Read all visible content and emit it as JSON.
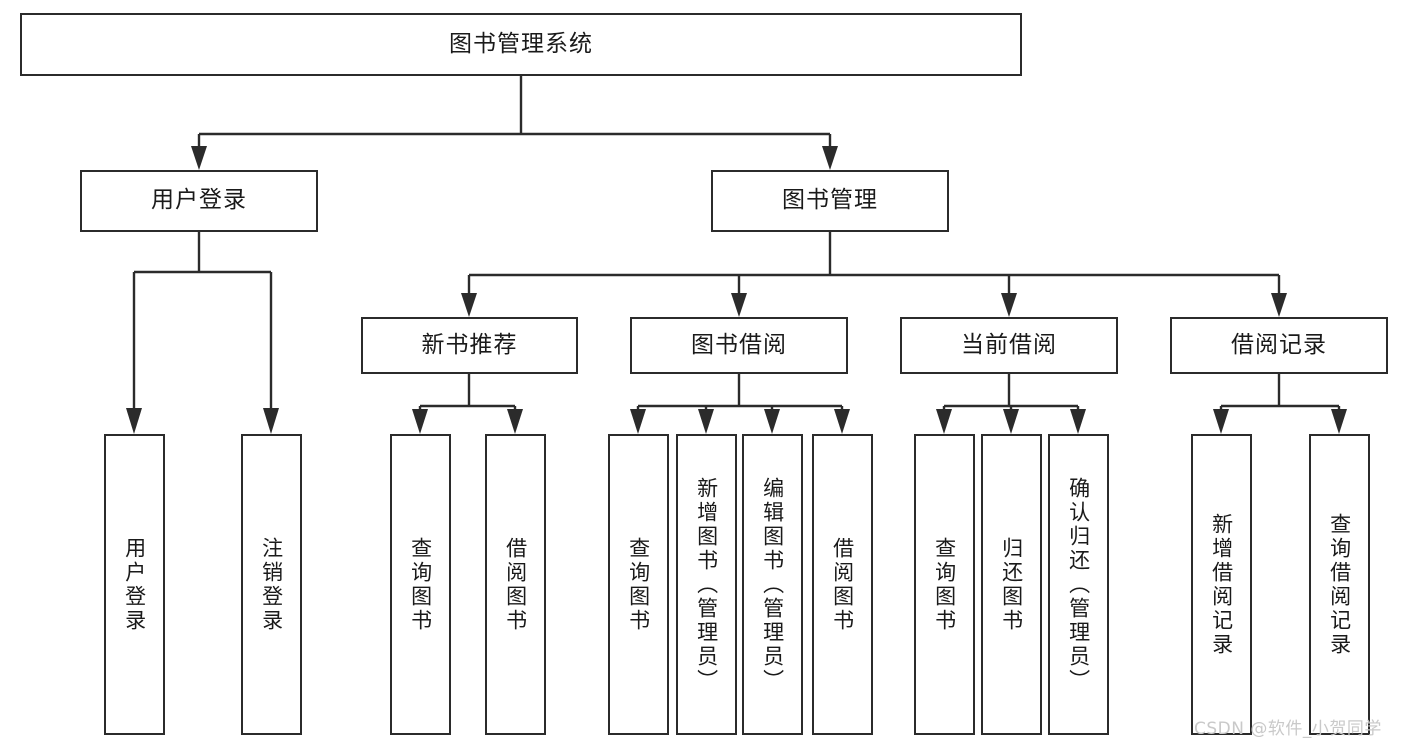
{
  "diagram": {
    "title_node": {
      "label": "图书管理系统"
    },
    "level2": [
      {
        "id": "user-login",
        "label": "用户登录"
      },
      {
        "id": "book-management",
        "label": "图书管理"
      }
    ],
    "level3": [
      {
        "id": "new-book-recommend",
        "label": "新书推荐"
      },
      {
        "id": "book-borrow",
        "label": "图书借阅"
      },
      {
        "id": "current-borrow",
        "label": "当前借阅"
      },
      {
        "id": "borrow-record",
        "label": "借阅记录"
      }
    ],
    "leaves": {
      "user_login": [
        {
          "id": "leaf-user-login",
          "label": "用户登录"
        },
        {
          "id": "leaf-user-logout",
          "label": "注销登录"
        }
      ],
      "new_book_recommend": [
        {
          "id": "leaf-query-book-1",
          "label": "查询图书"
        },
        {
          "id": "leaf-borrow-book-1",
          "label": "借阅图书"
        }
      ],
      "book_borrow": [
        {
          "id": "leaf-query-book-2",
          "label": "查询图书"
        },
        {
          "id": "leaf-add-book",
          "label": "新增图书（管理员）"
        },
        {
          "id": "leaf-edit-book",
          "label": "编辑图书（管理员）"
        },
        {
          "id": "leaf-borrow-book-2",
          "label": "借阅图书"
        }
      ],
      "current_borrow": [
        {
          "id": "leaf-query-book-3",
          "label": "查询图书"
        },
        {
          "id": "leaf-return-book",
          "label": "归还图书"
        },
        {
          "id": "leaf-confirm-return",
          "label": "确认归还（管理员）"
        }
      ],
      "borrow_record": [
        {
          "id": "leaf-add-record",
          "label": "新增借阅记录"
        },
        {
          "id": "leaf-query-record",
          "label": "查询借阅记录"
        }
      ]
    }
  },
  "watermark": {
    "text": "CSDN @软件_小贺同学"
  },
  "colors": {
    "stroke": "#2b2b2b",
    "background": "#ffffff",
    "text": "#1a1a1a",
    "watermark": "#c9c9c9"
  }
}
